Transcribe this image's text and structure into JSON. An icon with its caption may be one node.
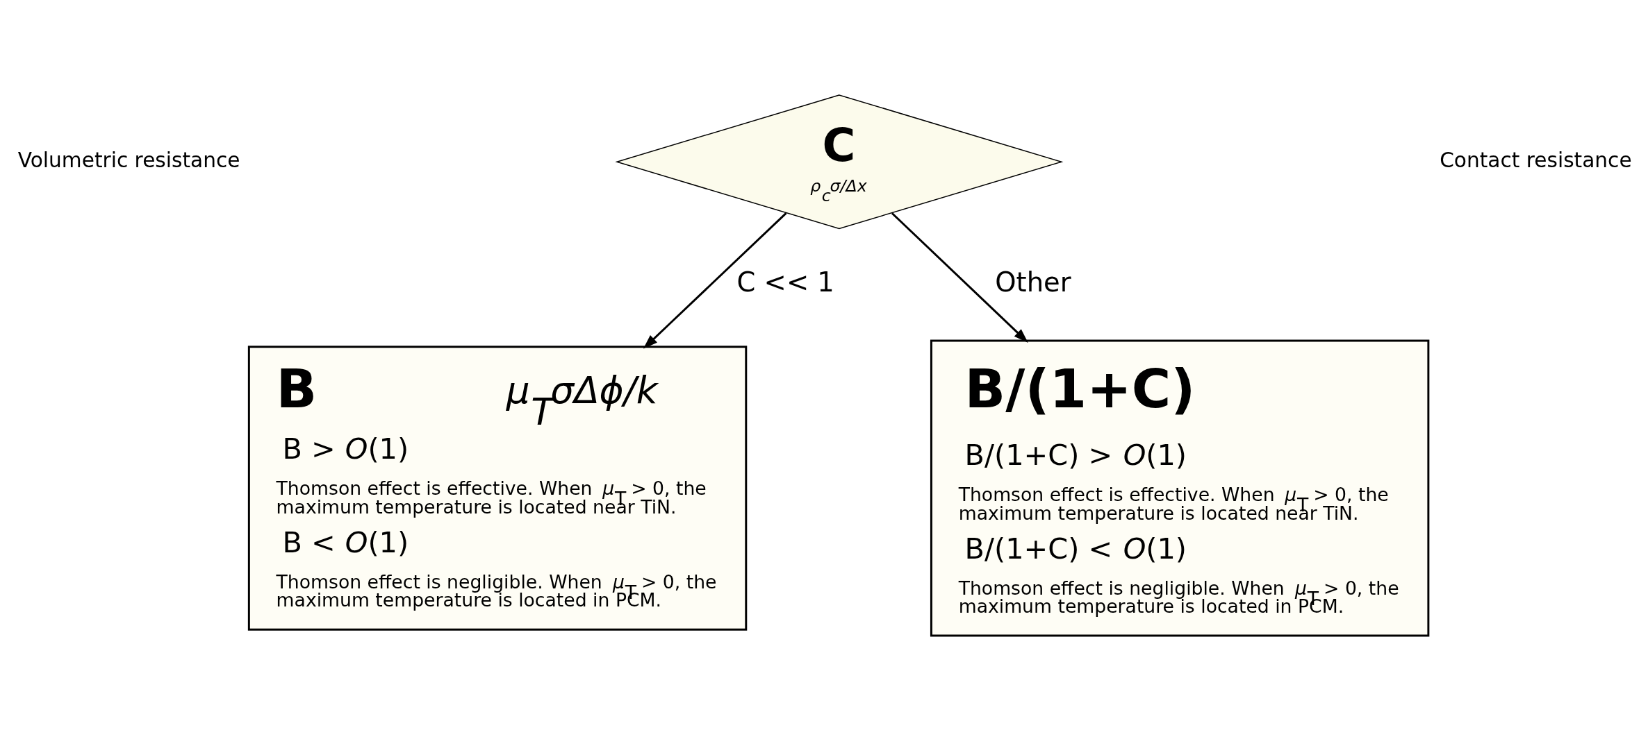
{
  "diagram": {
    "nodes": [
      {
        "text": [
          "C",
          "ρ$_{c}$σ/Δx"
        ]
      },
      {
        "text": [
          "B",
          "μ$_{T}$σΔϕ/k",
          "B > *O*(1)",
          "Thomson effect is effective. When *μ*$_{T}$ > 0, the maximum temperature is located near TiN.",
          "B < *O*(1)",
          "Thomson effect is negligible. When *μ*$_{T}$ > 0, the maximum temperature is located in PCM."
        ]
      },
      {
        "text": [
          "B/(1+C)",
          "B/(1+C) > *O*(1)",
          "Thomson effect is effective. When *μ*$_{T}$ > 0, the maximum temperature is located near TiN.",
          "B/(1+C) < *O*(1)",
          "Thomson effect is negligible. When *μ*$_{T}$ > 0, the maximum temperature is located in PCM."
        ]
      }
    ],
    "edges": [
      {
        "from": 0,
        "to": 1,
        "arrow": "to",
        "label": "C << 1"
      },
      {
        "from": 0,
        "to": 2,
        "arrow": "to",
        "label": "Other"
      }
    ],
    "labels": [
      "Volumetric resistance",
      "Contact resistance"
    ]
  }
}
